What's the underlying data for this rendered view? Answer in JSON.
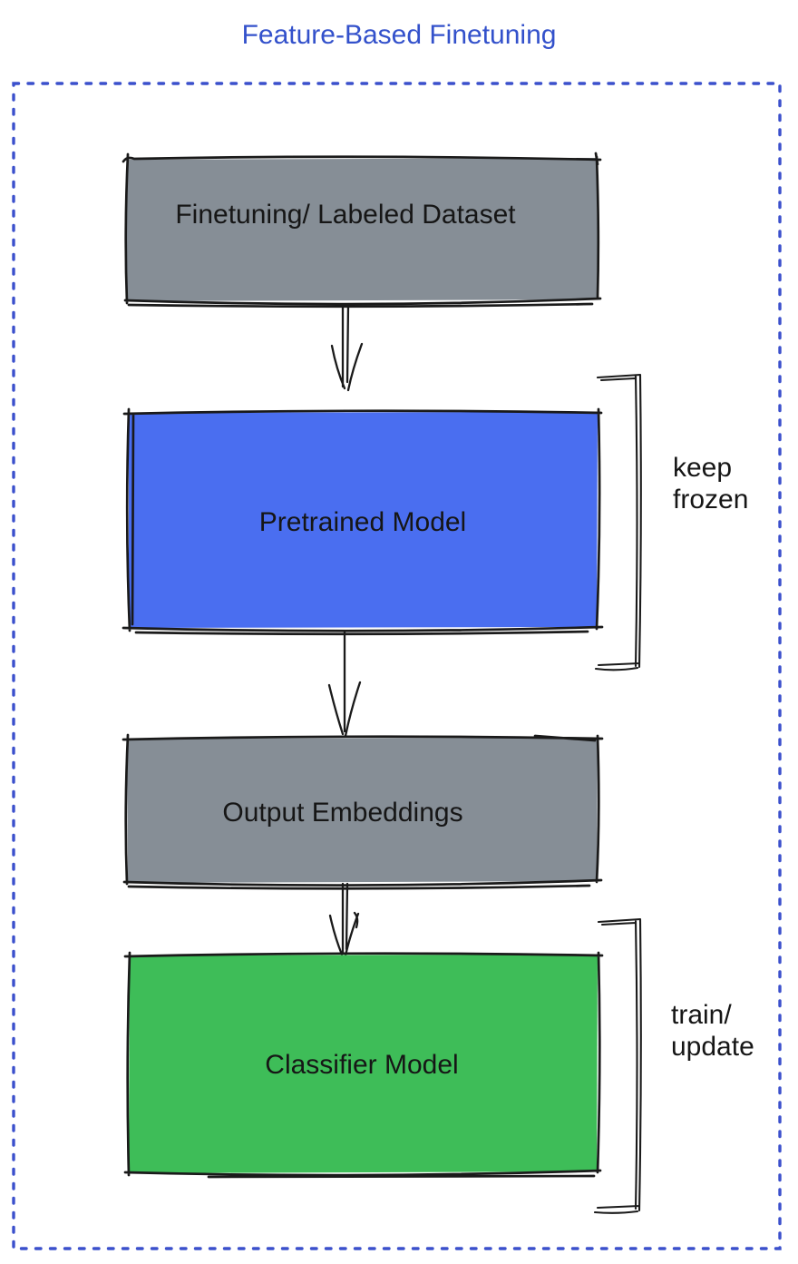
{
  "title": "Feature-Based Finetuning",
  "colors": {
    "title_text": "#3351CB",
    "dashed_border": "#3B50CC",
    "box_gray": "#868E96",
    "box_blue": "#4A6EF0",
    "box_green": "#3EBD58",
    "sketch_stroke": "#1A1A1A",
    "label_text": "#161616"
  },
  "diagram": {
    "nodes": [
      {
        "id": "finetuning-dataset",
        "label": "Finetuning/ Labeled Dataset",
        "fill": "#868E96"
      },
      {
        "id": "pretrained-model",
        "label": "Pretrained Model",
        "fill": "#4A6EF0"
      },
      {
        "id": "output-embeddings",
        "label": "Output Embeddings",
        "fill": "#868E96"
      },
      {
        "id": "classifier-model",
        "label": "Classifier Model",
        "fill": "#3EBD58"
      }
    ],
    "edges": [
      {
        "from": "finetuning-dataset",
        "to": "pretrained-model",
        "style": "double-line-arrow"
      },
      {
        "from": "pretrained-model",
        "to": "output-embeddings",
        "style": "single-line-arrow"
      },
      {
        "from": "output-embeddings",
        "to": "classifier-model",
        "style": "double-line-arrow"
      }
    ],
    "annotations": [
      {
        "id": "keep-frozen",
        "line1": "keep",
        "line2": "frozen",
        "applies_to": "pretrained-model"
      },
      {
        "id": "train-update",
        "line1": "train/",
        "line2": "update",
        "applies_to": "classifier-model"
      }
    ]
  }
}
